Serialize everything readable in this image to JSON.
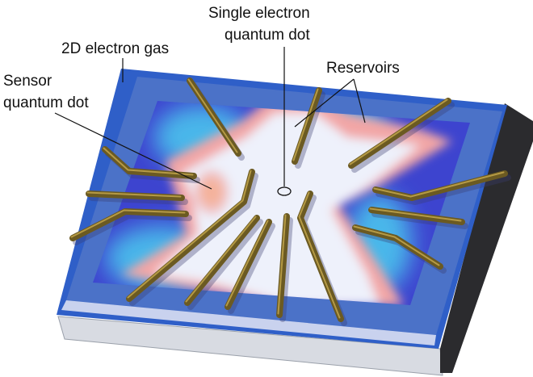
{
  "labels": {
    "electron_gas": "2D electron gas",
    "single_dot_line1": "Single electron",
    "single_dot_line2": "quantum dot",
    "reservoirs": "Reservoirs",
    "sensor_line1": "Sensor",
    "sensor_line2": "quantum dot"
  },
  "colors": {
    "plate": "#2f5fc8",
    "field_low": "#3a3fd0",
    "field_mid": "#4fc0e8",
    "field_high": "#f2a0a0",
    "gate": "#6b5a22",
    "side_dark": "#2b2b2e",
    "base": "#d8dbe2"
  }
}
